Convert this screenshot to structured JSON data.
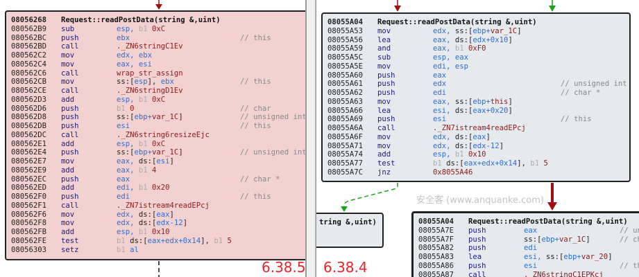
{
  "left_block": {
    "title_addr": "08056268",
    "title": "Request::readPostData(string &,uint)",
    "rows": [
      [
        "080562B9",
        "sub",
        [
          [
            "r",
            "esp, "
          ],
          [
            "g",
            "b1 "
          ],
          [
            "n",
            "0xC"
          ]
        ],
        ""
      ],
      [
        "080562BC",
        "push",
        [
          [
            "r",
            "ebx"
          ]
        ],
        "// this"
      ],
      [
        "080562BD",
        "call",
        [
          [
            "f",
            "._ZN6stringC1Ev"
          ]
        ],
        ""
      ],
      [
        "080562C2",
        "mov",
        [
          [
            "r",
            "edx, ebx"
          ]
        ],
        ""
      ],
      [
        "080562C4",
        "mov",
        [
          [
            "r",
            "eax, esi"
          ]
        ],
        ""
      ],
      [
        "080562C6",
        "call",
        [
          [
            "f",
            "wrap_str_assign"
          ]
        ],
        ""
      ],
      [
        "080562CB",
        "mov",
        [
          [
            "k",
            "ss:["
          ],
          [
            "r",
            "esp"
          ],
          [
            "k",
            "], "
          ],
          [
            "r",
            "ebx"
          ]
        ],
        "// this"
      ],
      [
        "080562CE",
        "call",
        [
          [
            "f",
            "._ZN6stringD1Ev"
          ]
        ],
        ""
      ],
      [
        "080562D3",
        "add",
        [
          [
            "r",
            "esp, "
          ],
          [
            "g",
            "b1 "
          ],
          [
            "n",
            "0xC"
          ]
        ],
        ""
      ],
      [
        "080562D6",
        "push",
        [
          [
            "g",
            "b1 "
          ],
          [
            "n",
            "0"
          ]
        ],
        "// char"
      ],
      [
        "080562D8",
        "push",
        [
          [
            "k",
            "ss:["
          ],
          [
            "r",
            "ebp+"
          ],
          [
            "n",
            "var_1C"
          ],
          [
            "k",
            "]"
          ]
        ],
        "// unsigned int"
      ],
      [
        "080562DB",
        "push",
        [
          [
            "r",
            "esi"
          ]
        ],
        "// this"
      ],
      [
        "080562DC",
        "call",
        [
          [
            "f",
            "._ZN6string6resizeEjc"
          ]
        ],
        ""
      ],
      [
        "080562E1",
        "add",
        [
          [
            "r",
            "esp, "
          ],
          [
            "g",
            "b1 "
          ],
          [
            "n",
            "0xC"
          ]
        ],
        ""
      ],
      [
        "080562E4",
        "push",
        [
          [
            "k",
            "ss:["
          ],
          [
            "r",
            "ebp+"
          ],
          [
            "n",
            "var_1C"
          ],
          [
            "k",
            "]"
          ]
        ],
        "// unsigned int"
      ],
      [
        "080562E7",
        "mov",
        [
          [
            "r",
            "eax, "
          ],
          [
            "k",
            "ds:["
          ],
          [
            "r",
            "esi"
          ],
          [
            "k",
            "]"
          ]
        ],
        ""
      ],
      [
        "080562E9",
        "add",
        [
          [
            "r",
            "eax, "
          ],
          [
            "g",
            "b1 "
          ],
          [
            "n",
            "4"
          ]
        ],
        ""
      ],
      [
        "080562EC",
        "push",
        [
          [
            "r",
            "eax"
          ]
        ],
        "// char *"
      ],
      [
        "080562ED",
        "add",
        [
          [
            "r",
            "edi, "
          ],
          [
            "g",
            "b1 "
          ],
          [
            "n",
            "0x20"
          ]
        ],
        ""
      ],
      [
        "080562F0",
        "push",
        [
          [
            "r",
            "edi"
          ]
        ],
        "// this"
      ],
      [
        "080562F1",
        "call",
        [
          [
            "f",
            "._ZN7istream4readEPcj"
          ]
        ],
        ""
      ],
      [
        "080562F6",
        "mov",
        [
          [
            "r",
            "edx, "
          ],
          [
            "k",
            "ds:["
          ],
          [
            "r",
            "eax"
          ],
          [
            "k",
            "]"
          ]
        ],
        ""
      ],
      [
        "080562F8",
        "mov",
        [
          [
            "r",
            "edx, "
          ],
          [
            "k",
            "ds:["
          ],
          [
            "r",
            "edx-12"
          ],
          [
            "k",
            "]"
          ]
        ],
        ""
      ],
      [
        "080562FB",
        "add",
        [
          [
            "r",
            "esp, "
          ],
          [
            "g",
            "b1 "
          ],
          [
            "n",
            "0x10"
          ]
        ],
        ""
      ],
      [
        "080562FE",
        "test",
        [
          [
            "g",
            "b1 "
          ],
          [
            "k",
            "ds:["
          ],
          [
            "r",
            "eax+edx+0x14"
          ],
          [
            "k",
            "], "
          ],
          [
            "g",
            "b1 "
          ],
          [
            "n",
            "5"
          ]
        ],
        ""
      ],
      [
        "08056303",
        "setz",
        [
          [
            "g",
            "b1 "
          ],
          [
            "r",
            "al"
          ]
        ],
        ""
      ]
    ]
  },
  "right_block": {
    "title_addr": "08055A04",
    "title": "Request::readPostData(string &,uint)",
    "rows": [
      [
        "08055A53",
        "mov",
        [
          [
            "r",
            "edx, "
          ],
          [
            "k",
            "ss:["
          ],
          [
            "r",
            "ebp+"
          ],
          [
            "n",
            "var_1C"
          ],
          [
            "k",
            "]"
          ]
        ],
        ""
      ],
      [
        "08055A56",
        "lea",
        [
          [
            "r",
            "eax, "
          ],
          [
            "k",
            "ds:["
          ],
          [
            "r",
            "edx+0x10"
          ],
          [
            "k",
            "]"
          ]
        ],
        ""
      ],
      [
        "08055A59",
        "and",
        [
          [
            "r",
            "eax, "
          ],
          [
            "g",
            "b1 "
          ],
          [
            "n",
            "0xF0"
          ]
        ],
        ""
      ],
      [
        "08055A5C",
        "sub",
        [
          [
            "r",
            "esp, eax"
          ]
        ],
        ""
      ],
      [
        "08055A5E",
        "mov",
        [
          [
            "r",
            "edi, esp"
          ]
        ],
        ""
      ],
      [
        "08055A60",
        "push",
        [
          [
            "r",
            "eax"
          ]
        ],
        ""
      ],
      [
        "08055A61",
        "push",
        [
          [
            "r",
            "edx"
          ]
        ],
        "// unsigned int"
      ],
      [
        "08055A62",
        "push",
        [
          [
            "r",
            "edi"
          ]
        ],
        "// char *"
      ],
      [
        "08055A63",
        "mov",
        [
          [
            "r",
            "eax, "
          ],
          [
            "k",
            "ss:["
          ],
          [
            "r",
            "ebp+"
          ],
          [
            "n",
            "this"
          ],
          [
            "k",
            "]"
          ]
        ],
        ""
      ],
      [
        "08055A66",
        "lea",
        [
          [
            "r",
            "esi, "
          ],
          [
            "k",
            "ds:["
          ],
          [
            "r",
            "eax+0x20"
          ],
          [
            "k",
            "]"
          ]
        ],
        ""
      ],
      [
        "08055A69",
        "push",
        [
          [
            "r",
            "esi"
          ]
        ],
        "// this"
      ],
      [
        "08055A6A",
        "call",
        [
          [
            "f",
            "._ZN7istream4readEPcj"
          ]
        ],
        ""
      ],
      [
        "08055A6F",
        "mov",
        [
          [
            "r",
            "edx, "
          ],
          [
            "k",
            "ds:["
          ],
          [
            "r",
            "eax"
          ],
          [
            "k",
            "]"
          ]
        ],
        ""
      ],
      [
        "08055A71",
        "mov",
        [
          [
            "r",
            "edx, "
          ],
          [
            "k",
            "ds:["
          ],
          [
            "r",
            "edx-12"
          ],
          [
            "k",
            "]"
          ]
        ],
        ""
      ],
      [
        "08055A74",
        "add",
        [
          [
            "r",
            "esp, "
          ],
          [
            "g",
            "b1 "
          ],
          [
            "n",
            "0x10"
          ]
        ],
        ""
      ],
      [
        "08055A77",
        "test",
        [
          [
            "g",
            "b1 "
          ],
          [
            "k",
            "ds:["
          ],
          [
            "r",
            "eax+edx+0x14"
          ],
          [
            "k",
            "], "
          ],
          [
            "g",
            "b1 "
          ],
          [
            "n",
            "5"
          ]
        ],
        ""
      ],
      [
        "08055A7C",
        "jnz",
        [
          [
            "n",
            "0x8055A46"
          ]
        ],
        ""
      ]
    ]
  },
  "small_block": {
    "title": "tring &,uint)"
  },
  "bottom_block": {
    "title_addr": "08055A04",
    "title": "Request::readPostData(string &,uint)",
    "rows": [
      [
        "08055A7E",
        "push",
        [
          [
            "r",
            "eax"
          ]
        ],
        "// un"
      ],
      [
        "08055A7F",
        "push",
        [
          [
            "k",
            "ss:["
          ],
          [
            "r",
            "ebp+"
          ],
          [
            "n",
            "var_1C"
          ],
          [
            "k",
            "]"
          ]
        ],
        "// ch"
      ],
      [
        "08055A82",
        "push",
        [
          [
            "r",
            "edi"
          ]
        ],
        ""
      ],
      [
        "08055A83",
        "lea",
        [
          [
            "r",
            "esi, "
          ],
          [
            "k",
            "ss:["
          ],
          [
            "r",
            "ebp+"
          ],
          [
            "n",
            "var_20"
          ],
          [
            "k",
            "]"
          ]
        ],
        ""
      ],
      [
        "08055A86",
        "push",
        [
          [
            "r",
            "esi"
          ]
        ],
        "// th"
      ],
      [
        "08055A87",
        "call",
        [
          [
            "f",
            "._ZN6stringC1EPKcj"
          ]
        ],
        ""
      ]
    ]
  },
  "labels": {
    "left_version": "6.38.5",
    "right_version": "6.38.4",
    "watermark": "安全客 (www.anquanke.com)"
  },
  "colors": {
    "left_bg": "#f3d1d1",
    "right_bg": "#e6eaee",
    "version": "#e8232a",
    "edge_red": "#a01010",
    "edge_green": "#1fa01f"
  }
}
